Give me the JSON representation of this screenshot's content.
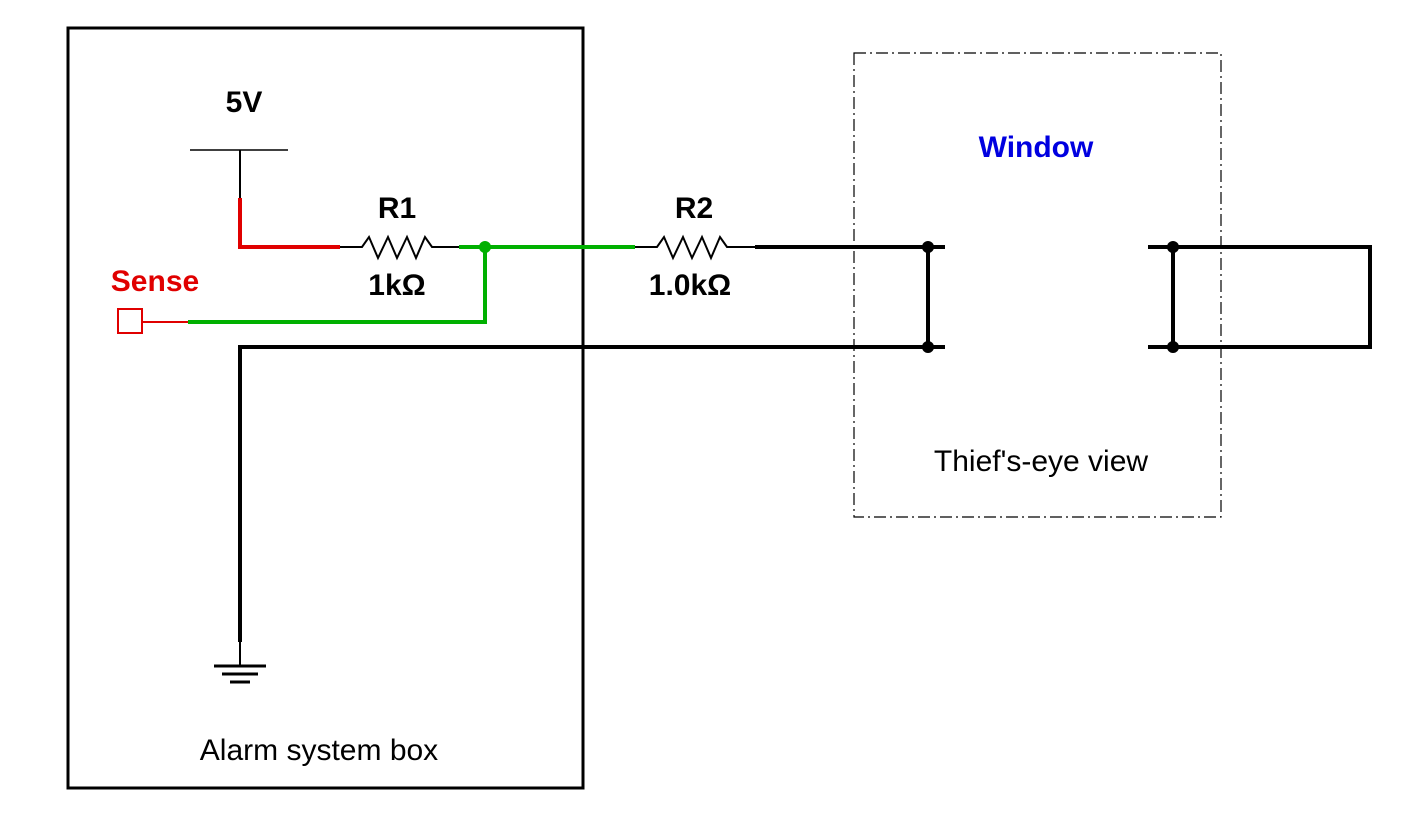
{
  "diagram": {
    "type": "circuit-schematic",
    "labels": {
      "supply": "5V",
      "sense": "Sense",
      "r1_name": "R1",
      "r1_value": "1kΩ",
      "r2_name": "R2",
      "r2_value": "1.0kΩ",
      "window_title": "Window",
      "window_caption": "Thief's-eye view",
      "alarm_box_caption": "Alarm system box"
    },
    "components": [
      {
        "id": "supply",
        "kind": "voltage-source",
        "label": "5V"
      },
      {
        "id": "R1",
        "kind": "resistor",
        "value": "1kΩ"
      },
      {
        "id": "R2",
        "kind": "resistor",
        "value": "1.0kΩ"
      },
      {
        "id": "sense",
        "kind": "test-point",
        "label": "Sense"
      },
      {
        "id": "ground",
        "kind": "ground"
      },
      {
        "id": "window-contacts-left",
        "kind": "contact-pair"
      },
      {
        "id": "window-contacts-right",
        "kind": "contact-pair"
      }
    ],
    "connections": [
      {
        "from": "5V",
        "to": "R1",
        "color": "red"
      },
      {
        "from": "R1",
        "to": "R2",
        "color": "green"
      },
      {
        "from": "R1-R2 junction",
        "to": "Sense",
        "color": "green"
      },
      {
        "from": "R2",
        "to": "window-contacts-left",
        "color": "black"
      },
      {
        "from": "ground",
        "to": "window-contacts-left",
        "color": "black"
      },
      {
        "from": "window-contacts-right",
        "to": "window-contacts-right (loop)",
        "color": "black"
      }
    ],
    "colors": {
      "wire_default": "#000000",
      "wire_supply": "#e00000",
      "wire_sense": "#00b000",
      "sense_label": "#e00000",
      "window_title": "#0000e0",
      "window_border": "#000000"
    }
  }
}
